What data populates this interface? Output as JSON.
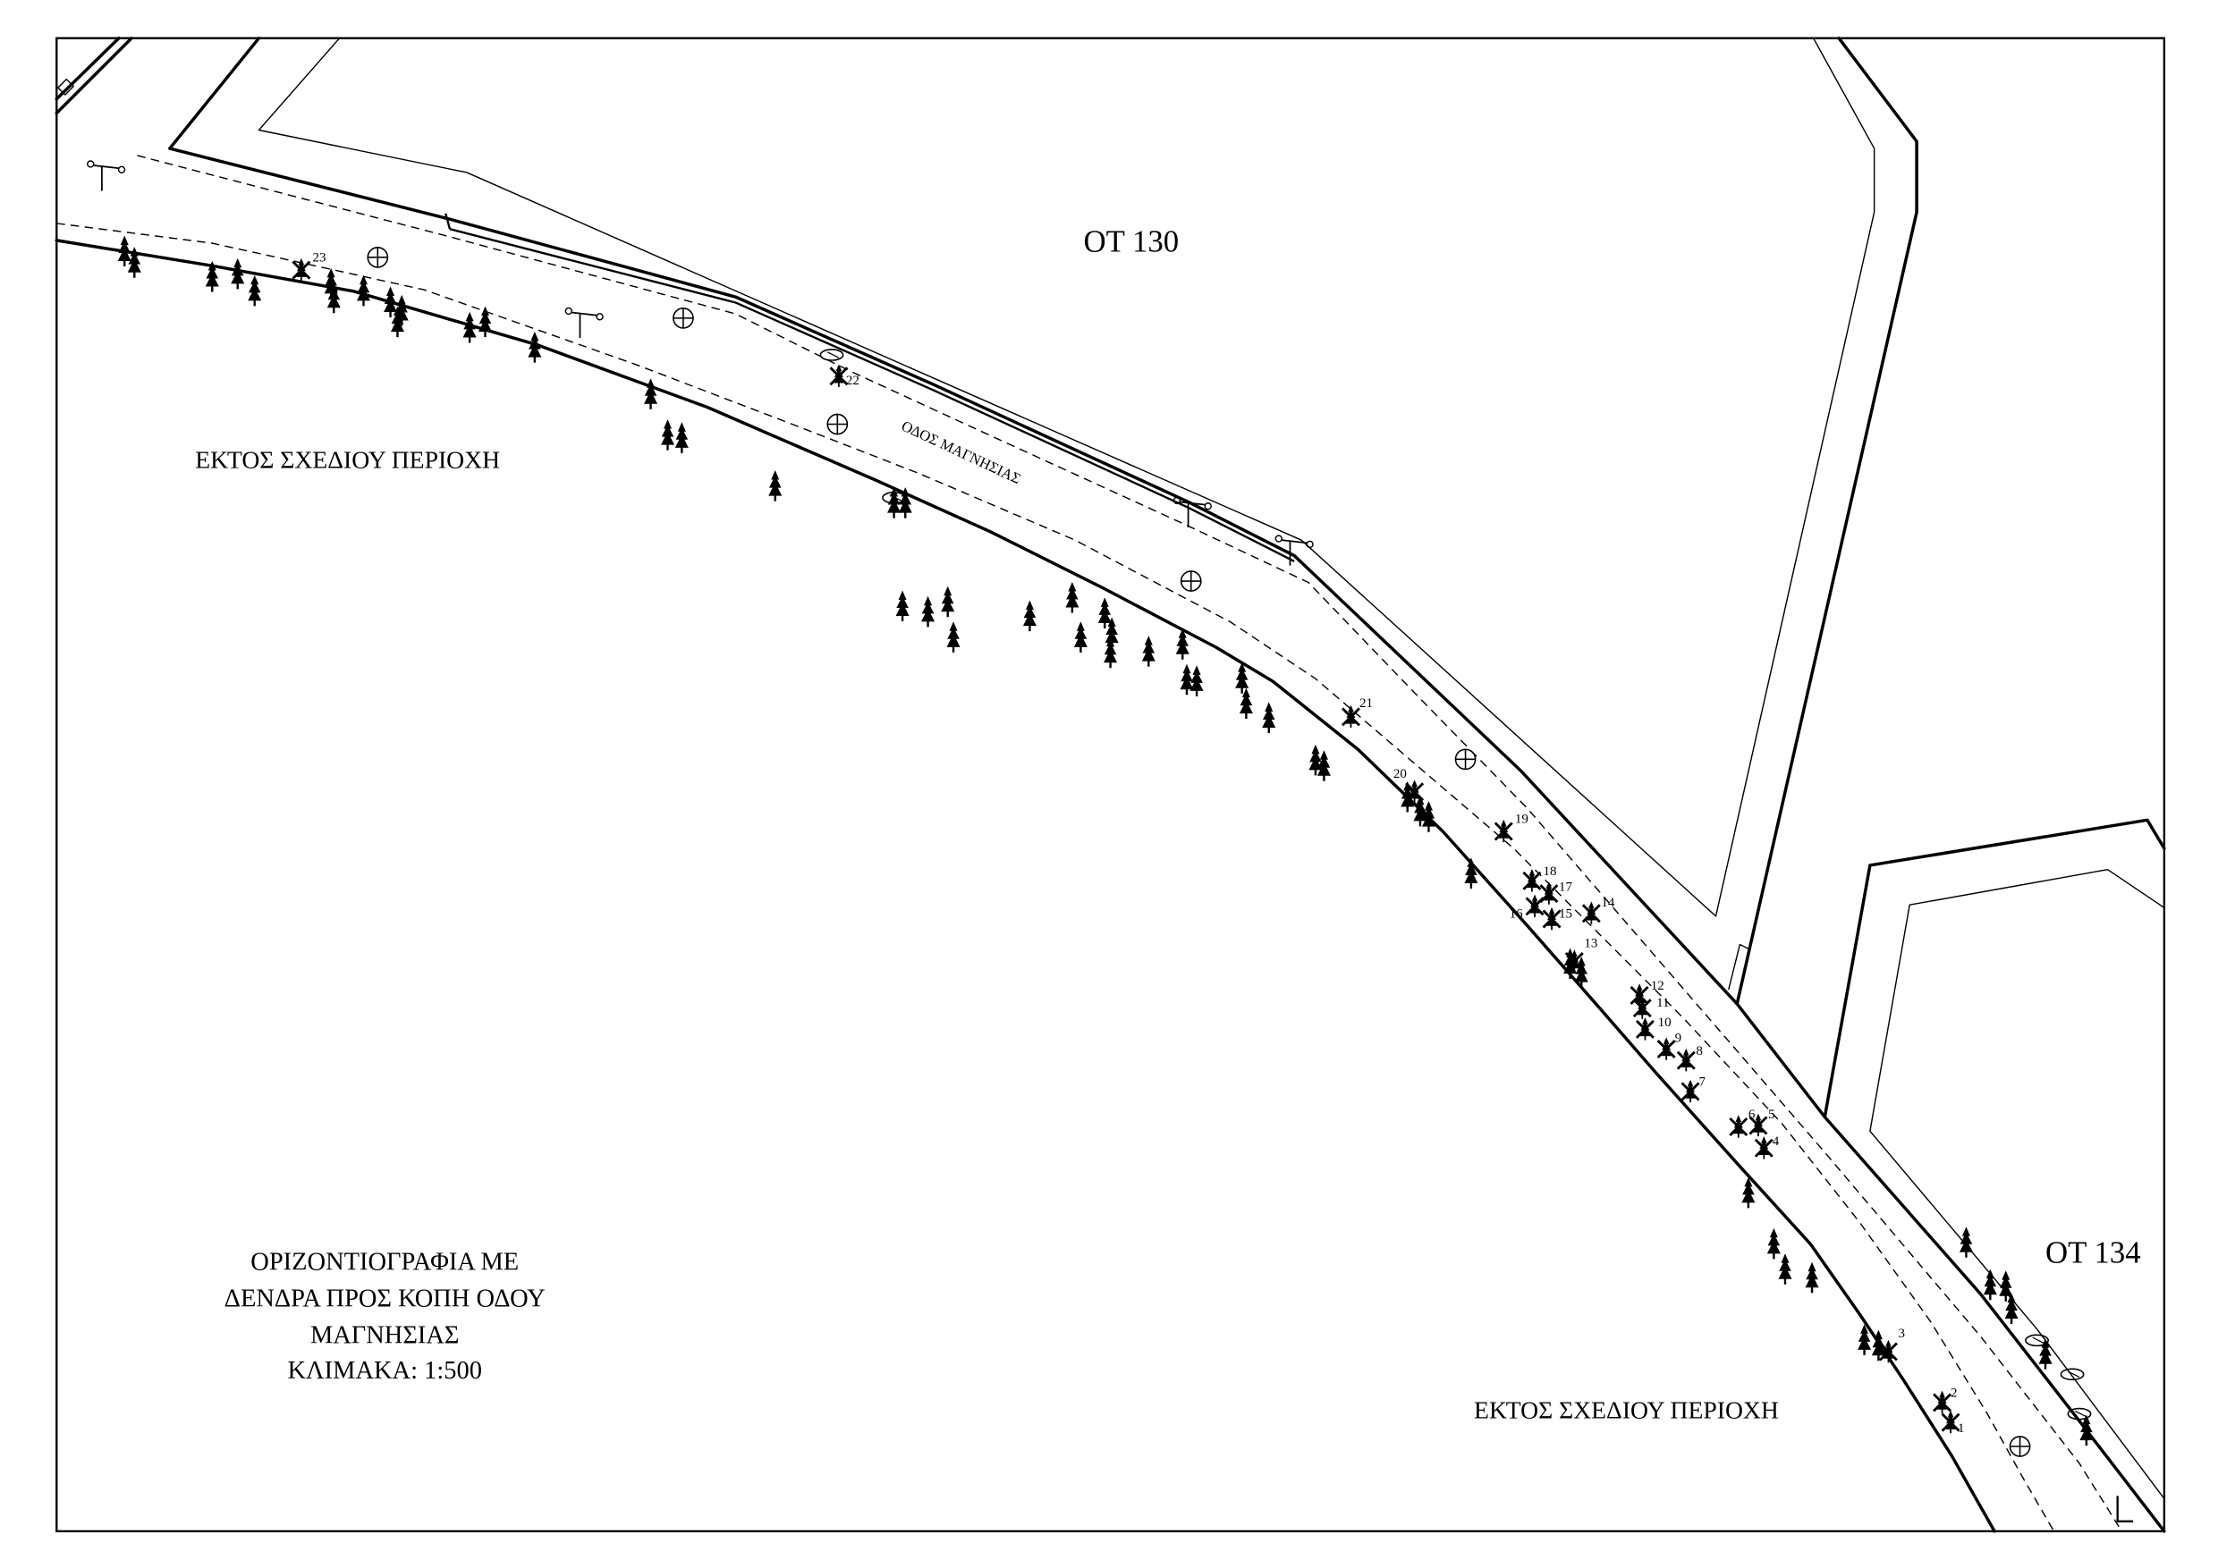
{
  "blocks": {
    "ot130": "ΟΤ 130",
    "ot134": "ΟΤ 134"
  },
  "areas": {
    "west": "ΕΚΤΟΣ ΣΧΕΔΙΟΥ ΠΕΡΙΟΧΗ",
    "south_east": "ΕΚΤΟΣ ΣΧΕΔΙΟΥ ΠΕΡΙΟΧΗ"
  },
  "street_name": "ΟΔΟΣ ΜΑΓΝΗΣΙΑΣ",
  "title_block": {
    "line1": "ΟΡΙΖΟΝΤΙΟΓΡΑΦΙΑ ΜΕ",
    "line2": "ΔΕΝΔΡΑ ΠΡΟΣ ΚΟΠΗ ΟΔΟΥ",
    "line3": "ΜΑΓΝΗΣΙΑΣ",
    "scale": "ΚΛΙΜΑΚΑ: 1:500"
  },
  "trees_to_cut": [
    "1",
    "2",
    "3",
    "4",
    "5",
    "6",
    "7",
    "8",
    "9",
    "10",
    "11",
    "12",
    "13",
    "14",
    "15",
    "16",
    "17",
    "18",
    "19",
    "20",
    "21",
    "22",
    "23"
  ]
}
